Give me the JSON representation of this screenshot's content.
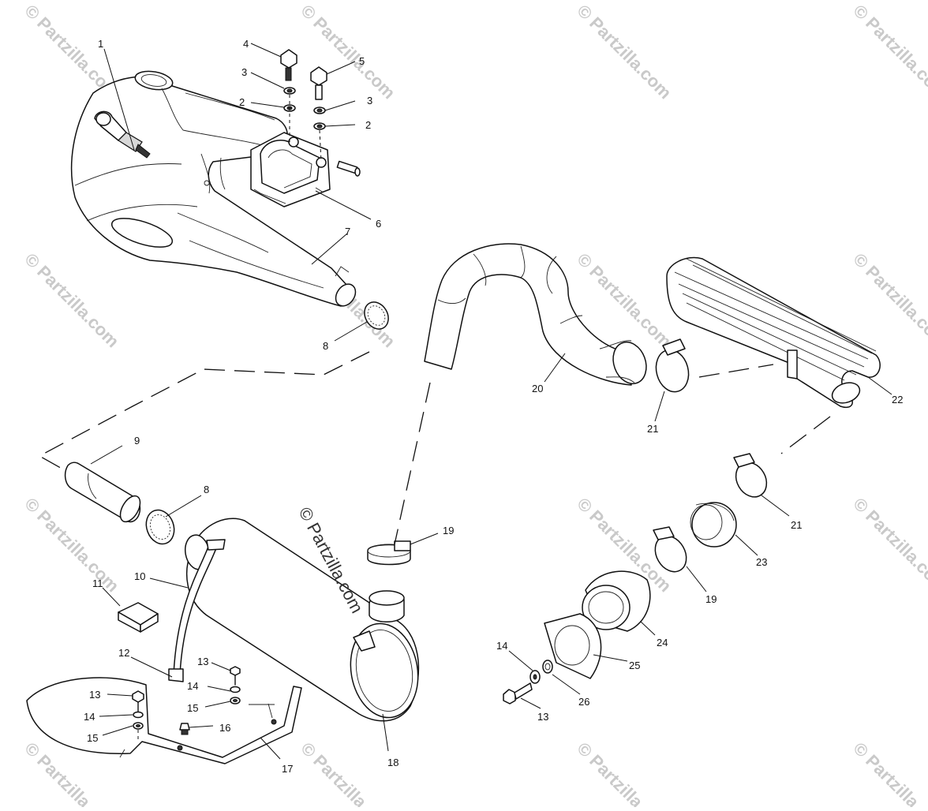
{
  "watermark_small": "© Partzilla.com",
  "watermark_main": "© Partzilla.com",
  "callouts": [
    {
      "id": "c1",
      "label": "1"
    },
    {
      "id": "c4",
      "label": "4"
    },
    {
      "id": "c5",
      "label": "5"
    },
    {
      "id": "c3a",
      "label": "3"
    },
    {
      "id": "c3b",
      "label": "3"
    },
    {
      "id": "c2a",
      "label": "2"
    },
    {
      "id": "c2b",
      "label": "2"
    },
    {
      "id": "c6",
      "label": "6"
    },
    {
      "id": "c7",
      "label": "7"
    },
    {
      "id": "c8a",
      "label": "8"
    },
    {
      "id": "c9",
      "label": "9"
    },
    {
      "id": "c8b",
      "label": "8"
    },
    {
      "id": "c10",
      "label": "10"
    },
    {
      "id": "c11",
      "label": "11"
    },
    {
      "id": "c12",
      "label": "12"
    },
    {
      "id": "c13a",
      "label": "13"
    },
    {
      "id": "c14a",
      "label": "14"
    },
    {
      "id": "c15a",
      "label": "15"
    },
    {
      "id": "c13b",
      "label": "13"
    },
    {
      "id": "c14b",
      "label": "14"
    },
    {
      "id": "c15b",
      "label": "15"
    },
    {
      "id": "c16",
      "label": "16"
    },
    {
      "id": "c17",
      "label": "17"
    },
    {
      "id": "c18",
      "label": "18"
    },
    {
      "id": "c19a",
      "label": "19"
    },
    {
      "id": "c20",
      "label": "20"
    },
    {
      "id": "c21a",
      "label": "21"
    },
    {
      "id": "c22",
      "label": "22"
    },
    {
      "id": "c21b",
      "label": "21"
    },
    {
      "id": "c23",
      "label": "23"
    },
    {
      "id": "c19b",
      "label": "19"
    },
    {
      "id": "c24",
      "label": "24"
    },
    {
      "id": "c25",
      "label": "25"
    },
    {
      "id": "c14c",
      "label": "14"
    },
    {
      "id": "c26",
      "label": "26"
    },
    {
      "id": "c13c",
      "label": "13"
    }
  ]
}
